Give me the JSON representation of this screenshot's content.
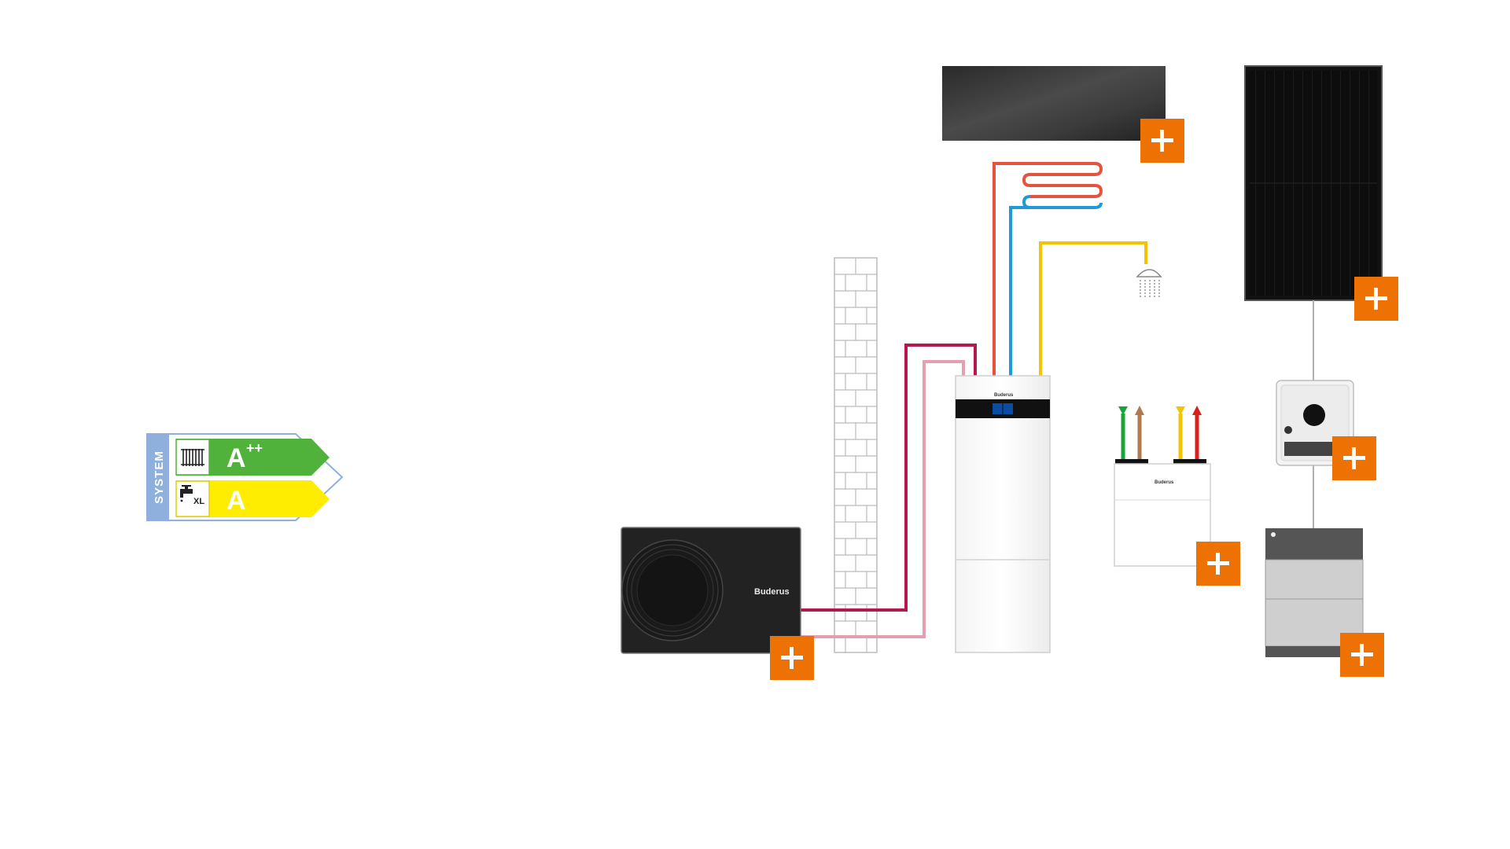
{
  "colors": {
    "accent": "#ee7203",
    "label_green": "#50b23b",
    "label_yellow": "#ffed00",
    "label_system_band": "#8fb0dc",
    "pipe_red": "#e5533f",
    "pipe_blue": "#1f9ad6",
    "pipe_yellow": "#f5c400",
    "pipe_crimson": "#b5174e",
    "pipe_pink": "#e2a0b0"
  },
  "energy_label": {
    "system_text": "SYSTEM",
    "heating": {
      "icon": "radiator-icon",
      "rating_main": "A",
      "rating_sup": "++"
    },
    "water": {
      "icon": "tap-icon",
      "size": "XL",
      "rating_main": "A"
    }
  },
  "devices": {
    "outdoor_unit": {
      "brand": "Buderus"
    },
    "indoor_unit": {
      "brand": "Buderus"
    },
    "ventilation_unit": {
      "brand": "Buderus"
    }
  },
  "plus_buttons": [
    "floor-heating",
    "solar-panel",
    "inverter",
    "battery-storage",
    "ventilation-unit",
    "outdoor-unit"
  ]
}
